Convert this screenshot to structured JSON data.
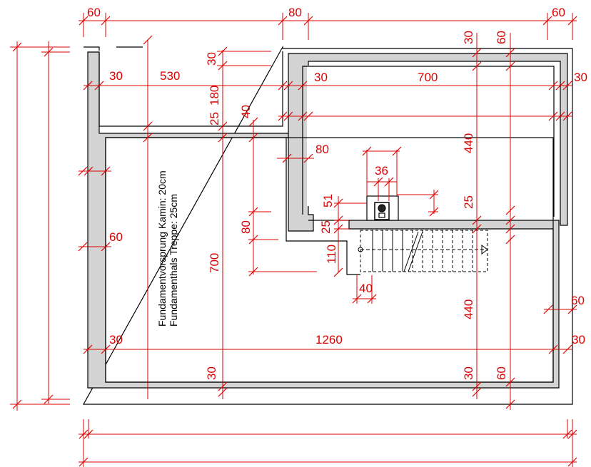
{
  "drawing": {
    "colors": {
      "dimension": "#dd0000",
      "wall_fill": "#d3d3d3",
      "line": "#000000",
      "background": "#ffffff"
    },
    "notes": {
      "line1": "Fundamentvorsprung Kamin: 20cm",
      "line2": "Fundamenthals Treppe: 25cm"
    },
    "dimensions": {
      "top_left_60": "60",
      "top_mid_80": "80",
      "top_right_60": "60",
      "left_room_top_30": "30",
      "left_room_width_530": "530",
      "notch_30": "30",
      "notch_180": "180",
      "notch_25": "25",
      "v40": "40",
      "right_room_left_30": "30",
      "right_room_width_700": "700",
      "right_room_right_30": "30",
      "right_top_30": "30",
      "right_top_60": "60",
      "right_room_depth_440": "440",
      "h80": "80",
      "chimney_36": "36",
      "chimney_51": "51",
      "chimney_25": "25",
      "stair_25": "25",
      "left_wall_60": "60",
      "v80": "80",
      "stair_110": "110",
      "stair_40": "40",
      "main_depth_700": "700",
      "lower_depth_440": "440",
      "right_wall_60": "60",
      "bottom_left_30": "30",
      "total_width_1260": "1260",
      "bottom_right_30": "30",
      "bottom_30": "30",
      "bottom_right_30b": "30",
      "bottom_right_60": "60"
    }
  }
}
